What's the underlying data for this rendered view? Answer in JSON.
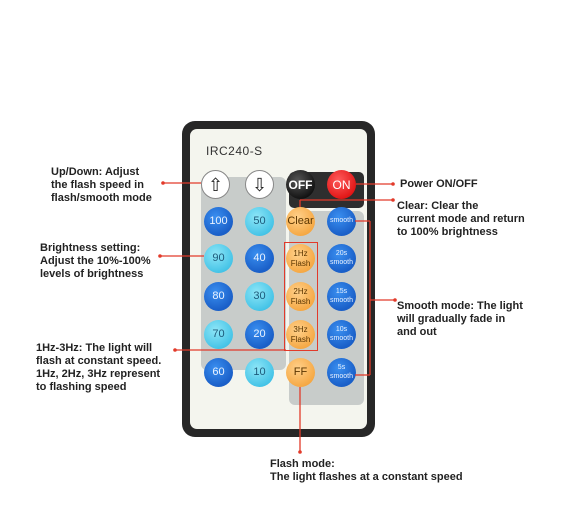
{
  "remote": {
    "model": "IRC240-S",
    "buttons": {
      "up": "⇧",
      "down": "⇩",
      "off": "OFF",
      "on": "ON",
      "clear": "Clear",
      "smooth": "smooth",
      "b100": "100",
      "b50": "50",
      "b90": "90",
      "b40": "40",
      "b80": "80",
      "b30": "30",
      "b70": "70",
      "b20": "20",
      "b60": "60",
      "b10": "10",
      "hz1": "1Hz\nFlash",
      "hz2": "2Hz\nFlash",
      "hz3": "3Hz\nFlash",
      "ff": "FF",
      "s20": "20s\nsmooth",
      "s15": "15s\nsmooth",
      "s10": "10s\nsmooth",
      "s5": "5s\nsmooth"
    }
  },
  "annotations": {
    "updown": "Up/Down: Adjust\nthe flash speed in\nflash/smooth mode",
    "brightness": "Brightness setting:\nAdjust the 10%-100%\nlevels of brightness",
    "hz": "1Hz-3Hz: The light will\nflash at constant speed.\n1Hz, 2Hz, 3Hz represent\nto flashing speed",
    "power": "Power ON/OFF",
    "clear": "Clear: Clear the\ncurrent mode and return\nto 100% brightness",
    "smooth": "Smooth mode: The light\nwill gradually fade in\nand out",
    "flash": "Flash mode:\nThe light flashes at a constant speed"
  },
  "colors": {
    "pointer": "#e23a2a",
    "blue": "#1a5fc8",
    "lightblue": "#42c2e6",
    "orange": "#f5a742",
    "red": "#e01414"
  }
}
